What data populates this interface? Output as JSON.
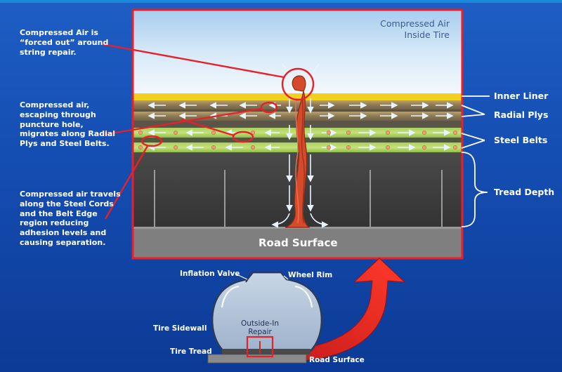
{
  "callouts": {
    "forced_out": "Compressed Air is\n“forced out” around\nstring repair.",
    "escaping": "Compressed air,\nescaping through\npuncture hole,\nmigrates along Radial\nPlys and Steel Belts.",
    "steel_cords": "Compressed air travels\nalong the Steel Cords\nand the Belt Edge\nregion reducing\nadhesion levels and\ncausing separation."
  },
  "inside": {
    "compressed_air": "Compressed Air\nInside Tire",
    "road_surface": "Road Surface"
  },
  "layers": {
    "inner_liner": "Inner Liner",
    "radial_plys": "Radial Plys",
    "steel_belts": "Steel Belts",
    "tread_depth": "Tread Depth"
  },
  "tire": {
    "inflation_valve": "Inflation Valve",
    "wheel_rim": "Wheel Rim",
    "sidewall": "Tire Sidewall",
    "tread": "Tire Tread",
    "repair": "Outside-In\nRepair",
    "road_surface": "Road Surface"
  },
  "colors": {
    "background": "#1650b5",
    "frame": "#e8202a",
    "plug": "#d4472a",
    "tread": "#3d3d3d",
    "road": "#7d7d7d"
  }
}
